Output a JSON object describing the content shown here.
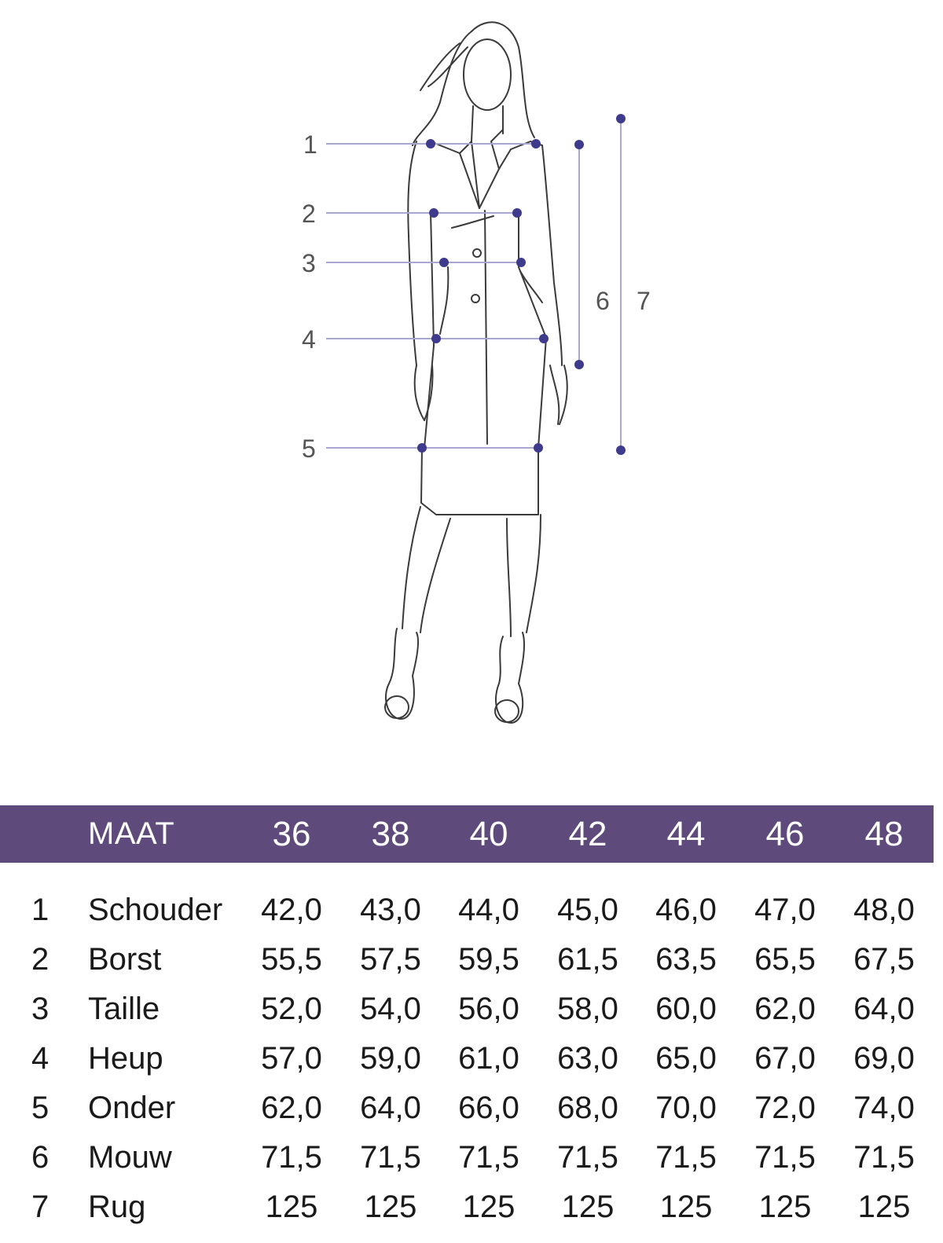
{
  "figure": {
    "measure_labels": [
      "1",
      "2",
      "3",
      "4",
      "5",
      "6",
      "7"
    ],
    "colors": {
      "dot": "#3e3a8c",
      "line": "#a9a6cf",
      "sketch": "#3a3a3a"
    }
  },
  "table": {
    "header_color": "#5f4a7c",
    "header_label": "MAAT",
    "sizes": [
      "36",
      "38",
      "40",
      "42",
      "44",
      "46",
      "48"
    ],
    "rows": [
      {
        "num": "1",
        "name": "Schouder",
        "values": [
          "42,0",
          "43,0",
          "44,0",
          "45,0",
          "46,0",
          "47,0",
          "48,0"
        ]
      },
      {
        "num": "2",
        "name": "Borst",
        "values": [
          "55,5",
          "57,5",
          "59,5",
          "61,5",
          "63,5",
          "65,5",
          "67,5"
        ]
      },
      {
        "num": "3",
        "name": "Taille",
        "values": [
          "52,0",
          "54,0",
          "56,0",
          "58,0",
          "60,0",
          "62,0",
          "64,0"
        ]
      },
      {
        "num": "4",
        "name": "Heup",
        "values": [
          "57,0",
          "59,0",
          "61,0",
          "63,0",
          "65,0",
          "67,0",
          "69,0"
        ]
      },
      {
        "num": "5",
        "name": "Onder",
        "values": [
          "62,0",
          "64,0",
          "66,0",
          "68,0",
          "70,0",
          "72,0",
          "74,0"
        ]
      },
      {
        "num": "6",
        "name": "Mouw",
        "values": [
          "71,5",
          "71,5",
          "71,5",
          "71,5",
          "71,5",
          "71,5",
          "71,5"
        ]
      },
      {
        "num": "7",
        "name": "Rug",
        "values": [
          "125",
          "125",
          "125",
          "125",
          "125",
          "125",
          "125"
        ]
      }
    ]
  }
}
